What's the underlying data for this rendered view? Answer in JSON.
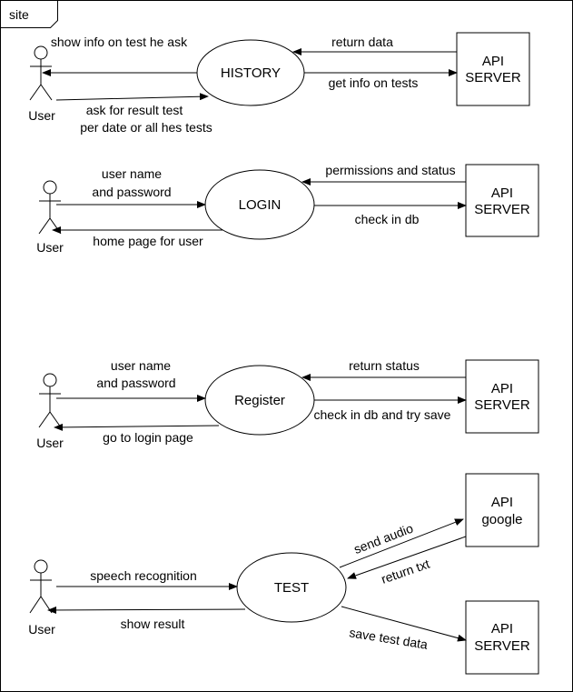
{
  "frame": {
    "title": "site"
  },
  "history": {
    "actor": "User",
    "process": "HISTORY",
    "server": [
      "API",
      "SERVER"
    ],
    "flows": {
      "to_user": "show  info on test he ask",
      "from_user_line1": "ask for result test",
      "from_user_line2": "per date or all hes tests",
      "from_server": "return data",
      "to_server": "get info on tests"
    }
  },
  "login": {
    "actor": "User",
    "process": "LOGIN",
    "server": [
      "API",
      "SERVER"
    ],
    "flows": {
      "from_user_line1": "user name",
      "from_user_line2": "and password",
      "to_user": "home page for user",
      "from_server": "permissions  and status",
      "to_server": "check in db"
    }
  },
  "register": {
    "actor": "User",
    "process": "Register",
    "server": [
      "API",
      "SERVER"
    ],
    "flows": {
      "from_user_line1": "user name",
      "from_user_line2": "and password",
      "to_user": "go to login page",
      "from_server": "return status",
      "to_server": "check in db and try save"
    }
  },
  "test": {
    "actor": "User",
    "process": "TEST",
    "google": [
      "API",
      "google"
    ],
    "server": [
      "API",
      "SERVER"
    ],
    "flows": {
      "from_user": "speech recognition",
      "to_user": "show result",
      "to_google": "send audio",
      "from_google": "return txt",
      "to_server": "save test data"
    }
  }
}
